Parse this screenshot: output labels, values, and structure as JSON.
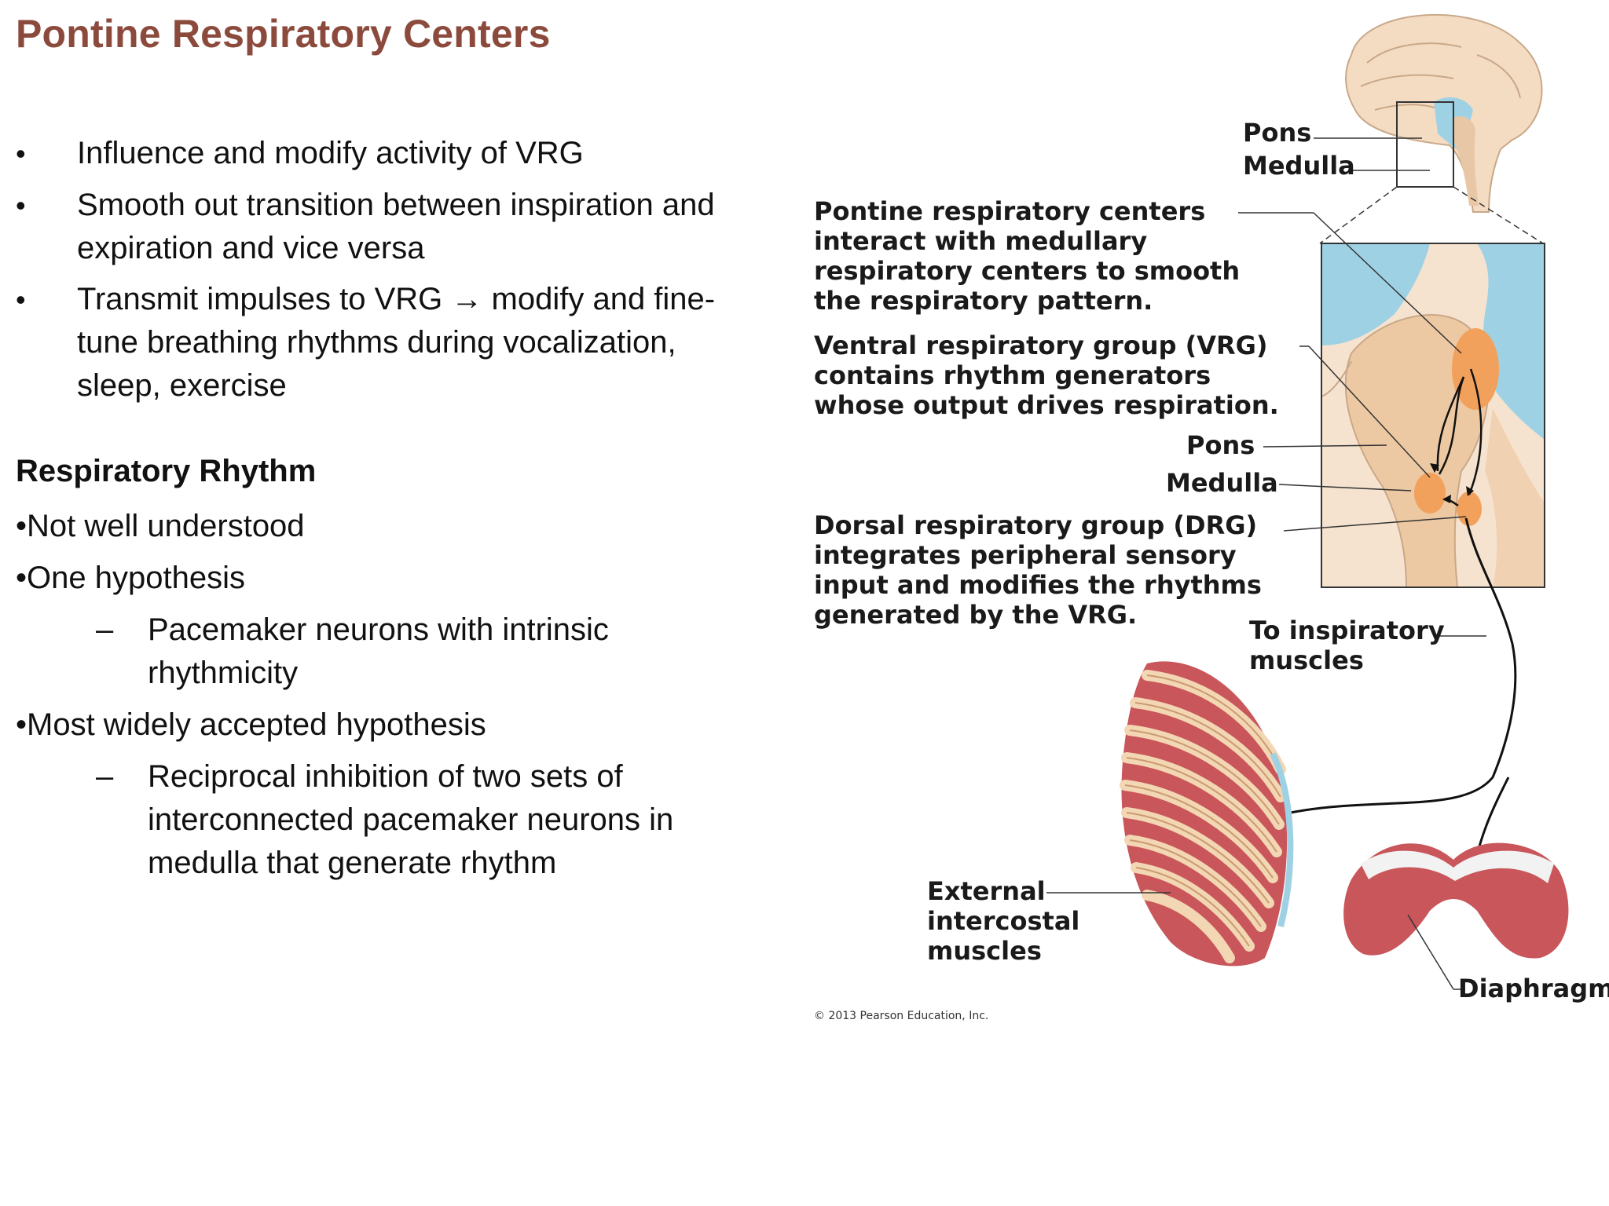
{
  "slide": {
    "title": "Pontine Respiratory Centers",
    "bullet_char": "•",
    "dash_char": "–",
    "bullets": [
      {
        "lines": [
          "Influence and modify activity of VRG"
        ]
      },
      {
        "lines": [
          "Smooth out transition between inspiration and",
          "expiration and vice versa"
        ]
      },
      {
        "lines": [
          "Transmit impulses to VRG → modify and fine-",
          "tune breathing rhythms during vocalization,",
          "sleep, exercise"
        ]
      }
    ],
    "section_heading": "Respiratory Rhythm",
    "rhythm_items": [
      {
        "text": "Not well understood"
      },
      {
        "text": "One hypothesis",
        "sub": [
          "Pacemaker neurons with intrinsic",
          "rhythmicity"
        ]
      },
      {
        "text": "Most widely accepted hypothesis",
        "sub": [
          "Reciprocal inhibition of two sets of",
          "interconnected pacemaker neurons in",
          "medulla that generate rhythm"
        ]
      }
    ]
  },
  "figure": {
    "top_pons": "Pons",
    "top_medulla": "Medulla",
    "pontine": {
      "title": "Pontine respiratory centers",
      "lines": [
        "interact with medullary",
        "respiratory centers to smooth",
        "the respiratory pattern."
      ]
    },
    "vrg": {
      "title": "Ventral respiratory group (VRG)",
      "lines": [
        "contains rhythm generators",
        "whose output drives respiration."
      ]
    },
    "mid_pons": "Pons",
    "mid_medulla": "Medulla",
    "drg": {
      "title": "Dorsal respiratory group (DRG)",
      "lines": [
        "integrates peripheral sensory",
        "input and modifies the rhythms",
        "generated by the VRG."
      ]
    },
    "to_inspiratory": [
      "To inspiratory",
      "muscles"
    ],
    "external_intercostal": [
      "External",
      "intercostal",
      "muscles"
    ],
    "diaphragm": "Diaphragm",
    "copyright": "© 2013 Pearson Education, Inc.",
    "colors": {
      "brain": "#f4dcc2",
      "csf": "#9fd1e4",
      "center": "#f2a15c",
      "muscle": "#c9565a",
      "rib": "#f3d6b3"
    }
  }
}
